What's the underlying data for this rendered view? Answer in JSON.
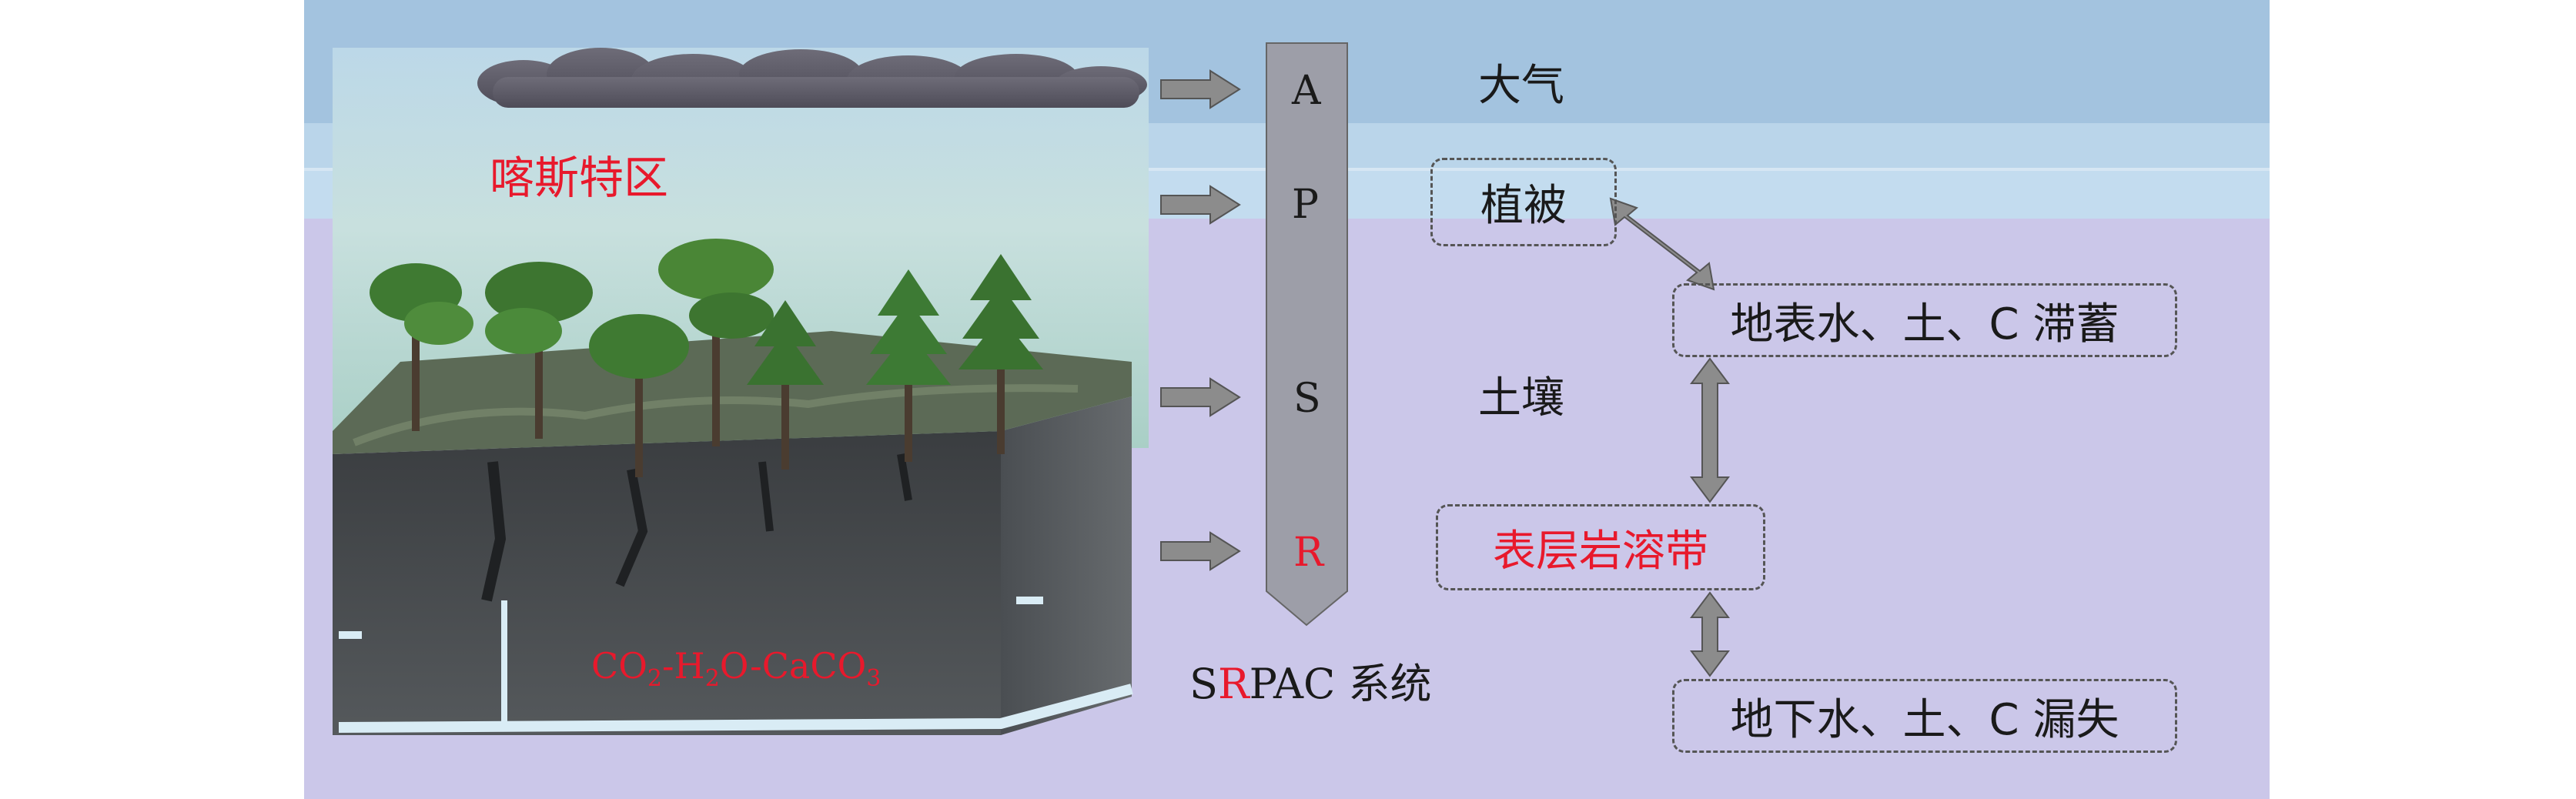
{
  "illustration": {
    "region_label": "喀斯特区",
    "chemistry": {
      "a": "CO",
      "a_sub": "2",
      "sep1": "-H",
      "b_sub": "2",
      "c": "O-CaCO",
      "c_sub": "3"
    }
  },
  "column": {
    "letters": [
      "A",
      "P",
      "S",
      "R"
    ],
    "caption_prefix": "S",
    "caption_highlight": "R",
    "caption_suffix": "PAC 系统"
  },
  "layers": {
    "atmosphere": "大气",
    "vegetation": "植被",
    "soil": "土壤"
  },
  "flow_boxes": {
    "surface_storage": "地表水、土、C 滞蓄",
    "epikarst": "表层岩溶带",
    "underground_loss": "地下水、土、C 漏失"
  },
  "colors": {
    "top_band": "#a3c3df",
    "mid_band": "#c0d9ee",
    "lower_band": "#cac6e8",
    "highlight_red": "#e8192c",
    "column_fill": "#9d9ea8",
    "arrow_fill": "#8c8c8c"
  }
}
